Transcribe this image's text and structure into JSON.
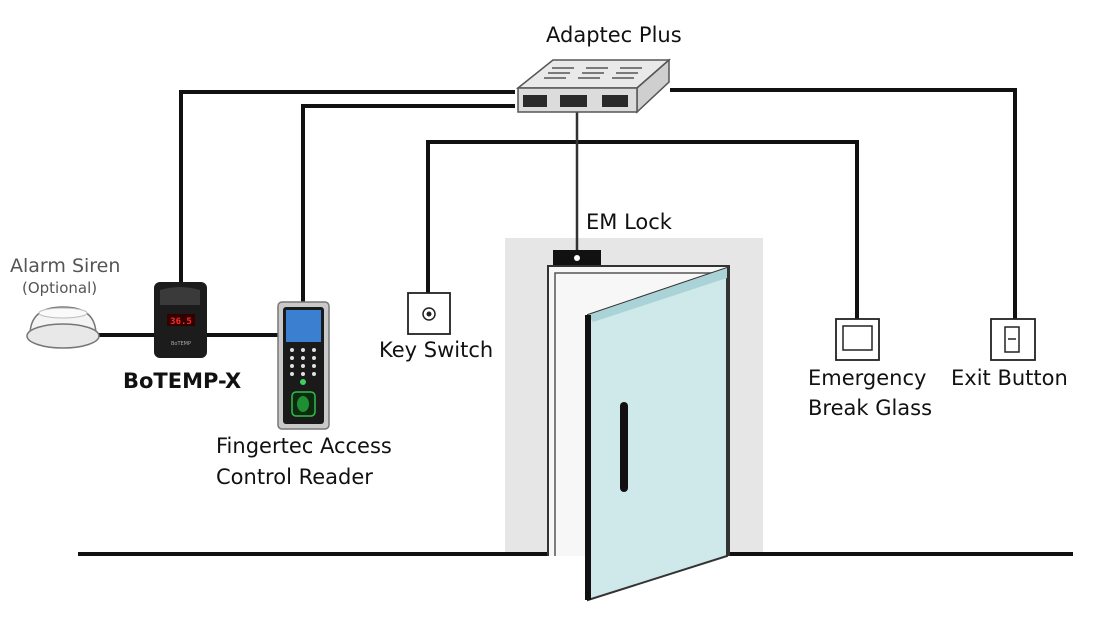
{
  "labels": {
    "adaptec": "Adaptec Plus",
    "em_lock": "EM Lock",
    "alarm_siren": "Alarm Siren",
    "alarm_optional": "(Optional)",
    "botemp": "BoTEMP-X",
    "fingertec_line1": "Fingertec Access",
    "fingertec_line2": "Control Reader",
    "key_switch": "Key Switch",
    "emergency_line1": "Emergency",
    "emergency_line2": "Break Glass",
    "exit_button": "Exit Button"
  },
  "device_text": {
    "botemp_display": "36.5",
    "botemp_brand": "BoTEMP"
  },
  "colors": {
    "wire": "#111111",
    "door_glass": "#cfe9ea",
    "door_glass_dark": "#a9d3d6",
    "wall": "#e6e6e6",
    "display_red": "#ff2a2a"
  }
}
